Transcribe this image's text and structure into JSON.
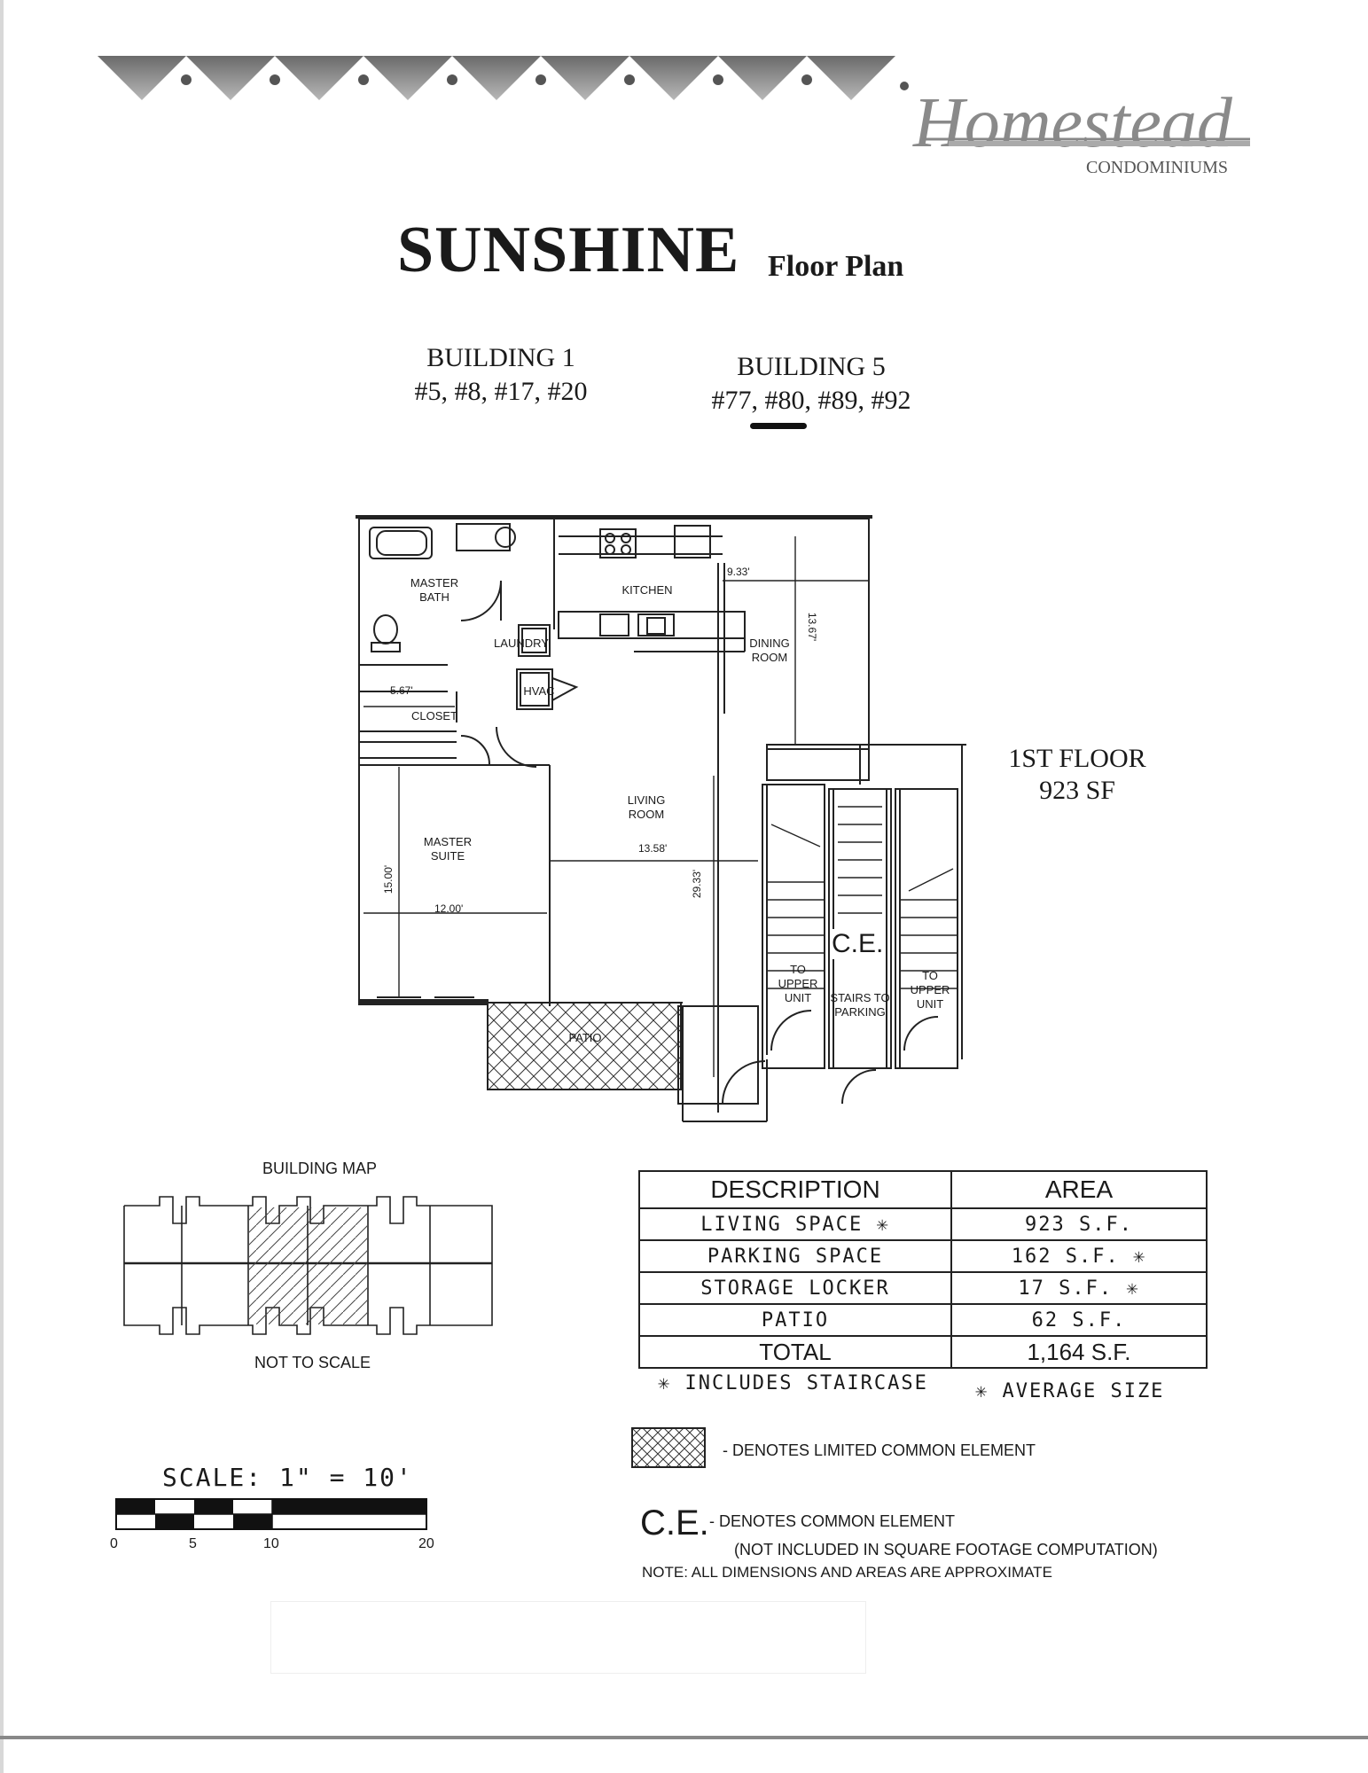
{
  "header": {
    "brand_name": "Homestead",
    "brand_sub": "CONDOMINIUMS",
    "title": "SUNSHINE",
    "subtitle": "Floor Plan"
  },
  "buildings": [
    {
      "name": "BUILDING 1",
      "units": "#5, #8, #17, #20"
    },
    {
      "name": "BUILDING 5",
      "units": "#77, #80, #89, #92"
    }
  ],
  "floor": {
    "level": "1ST FLOOR",
    "area": "923 SF"
  },
  "plan": {
    "rooms": {
      "master_bath": "MASTER BATH",
      "kitchen": "KITCHEN",
      "laundry": "LAUNDRY",
      "hvac": "HVAC",
      "dining": "DINING ROOM",
      "closet": "CLOSET",
      "living": "LIVING ROOM",
      "master_suite": "MASTER SUITE",
      "patio": "PATIO",
      "to_upper_left": "TO UPPER UNIT",
      "to_upper_right": "TO UPPER UNIT",
      "stairs_parking": "STAIRS TO PARKING",
      "ce": "C.E."
    },
    "dimensions": {
      "dining_w": "9.33'",
      "dining_h": "13.67'",
      "closet_w": "5.67'",
      "living_w": "13.58'",
      "living_h": "29.33'",
      "suite_h": "15.00'",
      "suite_w": "12.00'"
    }
  },
  "building_map": {
    "title": "BUILDING MAP",
    "note": "NOT TO SCALE"
  },
  "scale": {
    "label": "SCALE:  1\"  =  10'",
    "ticks": [
      "0",
      "5",
      "10",
      "20"
    ]
  },
  "area_table": {
    "headers": [
      "DESCRIPTION",
      "AREA"
    ],
    "rows": [
      {
        "description": "LIVING SPACE ✳",
        "area": "923 S.F."
      },
      {
        "description": "PARKING SPACE",
        "area": "162 S.F. ✳"
      },
      {
        "description": "STORAGE LOCKER",
        "area": "17 S.F. ✳"
      },
      {
        "description": "PATIO",
        "area": "62 S.F."
      }
    ],
    "total": {
      "description": "TOTAL",
      "area": "1,164 S.F."
    }
  },
  "footnotes": {
    "includes_staircase": "✳ INCLUDES STAIRCASE",
    "average_size": "✳ AVERAGE SIZE"
  },
  "legend": {
    "lce": "- DENOTES LIMITED COMMON ELEMENT",
    "ce_symbol": "C.E.",
    "ce_line1": "- DENOTES COMMON ELEMENT",
    "ce_line2": "(NOT INCLUDED IN SQUARE FOOTAGE COMPUTATION)",
    "note": "NOTE: ALL DIMENSIONS AND AREAS ARE APPROXIMATE"
  }
}
